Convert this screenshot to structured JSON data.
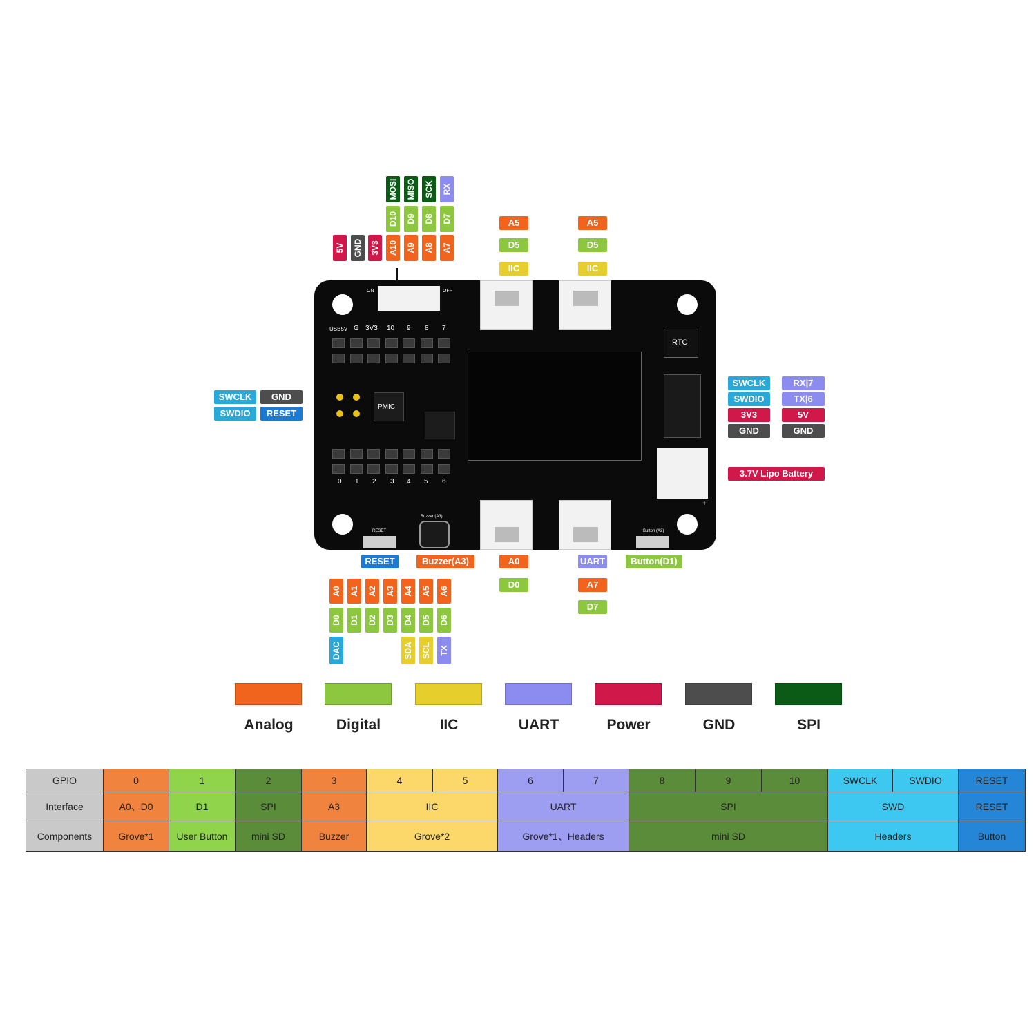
{
  "colors": {
    "analog": "#f0641e",
    "digital": "#8dc63f",
    "iic": "#e6cf2d",
    "uart": "#8c8cf0",
    "power": "#d0184a",
    "gnd": "#4d4d4d",
    "spi": "#0b5a16",
    "swd": "#2aa8d8",
    "reset": "#1a7ad6"
  },
  "top_header": {
    "power_pins": [
      "5V",
      "GND",
      "3V3"
    ],
    "col10": [
      "MOSI",
      "D10",
      "A10"
    ],
    "col9": [
      "MISO",
      "D9",
      "A9"
    ],
    "col8": [
      "SCK",
      "D8",
      "A8"
    ],
    "col7": [
      "RX",
      "D7",
      "A7"
    ]
  },
  "grove_top_left": [
    "A5",
    "D5",
    "IIC"
  ],
  "grove_top_right": [
    "A5",
    "D5",
    "IIC"
  ],
  "swd_left": {
    "swclk": "SWCLK",
    "gnd": "GND",
    "swdio": "SWDIO",
    "reset": "RESET"
  },
  "swd_right": {
    "col1": [
      "SWCLK",
      "SWDIO",
      "3V3",
      "GND"
    ],
    "col2": [
      "RX|7",
      "TX|6",
      "5V",
      "GND"
    ]
  },
  "battery": "3.7V Lipo Battery",
  "bottom_labels": {
    "reset": "RESET",
    "buzzer": "Buzzer(A3)",
    "button": "Button(D1)"
  },
  "grove_bottom_left": [
    "A0",
    "D0"
  ],
  "grove_bottom_right": [
    "UART",
    "A7",
    "D7"
  ],
  "bottom_header": {
    "analog": [
      "A0",
      "A1",
      "A2",
      "A3",
      "A4",
      "A5",
      "A6"
    ],
    "digital": [
      "D0",
      "D1",
      "D2",
      "D3",
      "D4",
      "D5",
      "D6"
    ],
    "dac": "DAC",
    "sda": "SDA",
    "scl": "SCL",
    "tx": "TX"
  },
  "board": {
    "on": "ON",
    "off": "OFF",
    "top_silk": [
      "USB5V",
      "G",
      "3V3",
      "10",
      "9",
      "8",
      "7"
    ],
    "bottom_silk": [
      "0",
      "1",
      "2",
      "3",
      "4",
      "5",
      "6"
    ],
    "pmic": "PMIC",
    "rtc": "RTC",
    "reset": "RESET",
    "buzzer": "Buzzer (A3)",
    "button": "Button (A2)",
    "plus": "+"
  },
  "legend": [
    "Analog",
    "Digital",
    "IIC",
    "UART",
    "Power",
    "GND",
    "SPI"
  ],
  "table": {
    "row_headers": [
      "GPIO",
      "Interface",
      "Components"
    ],
    "gpio": [
      "0",
      "1",
      "2",
      "3",
      "4",
      "5",
      "6",
      "7",
      "8",
      "9",
      "10",
      "SWCLK",
      "SWDIO",
      "RESET"
    ],
    "interface": [
      "A0、D0",
      "D1",
      "SPI",
      "A3",
      "IIC",
      "UART",
      "SPI",
      "SWD",
      "RESET"
    ],
    "components": [
      "Grove*1",
      "User Button",
      "mini SD",
      "Buzzer",
      "Grove*2",
      "Grove*1、Headers",
      "mini SD",
      "Headers",
      "Button"
    ]
  }
}
